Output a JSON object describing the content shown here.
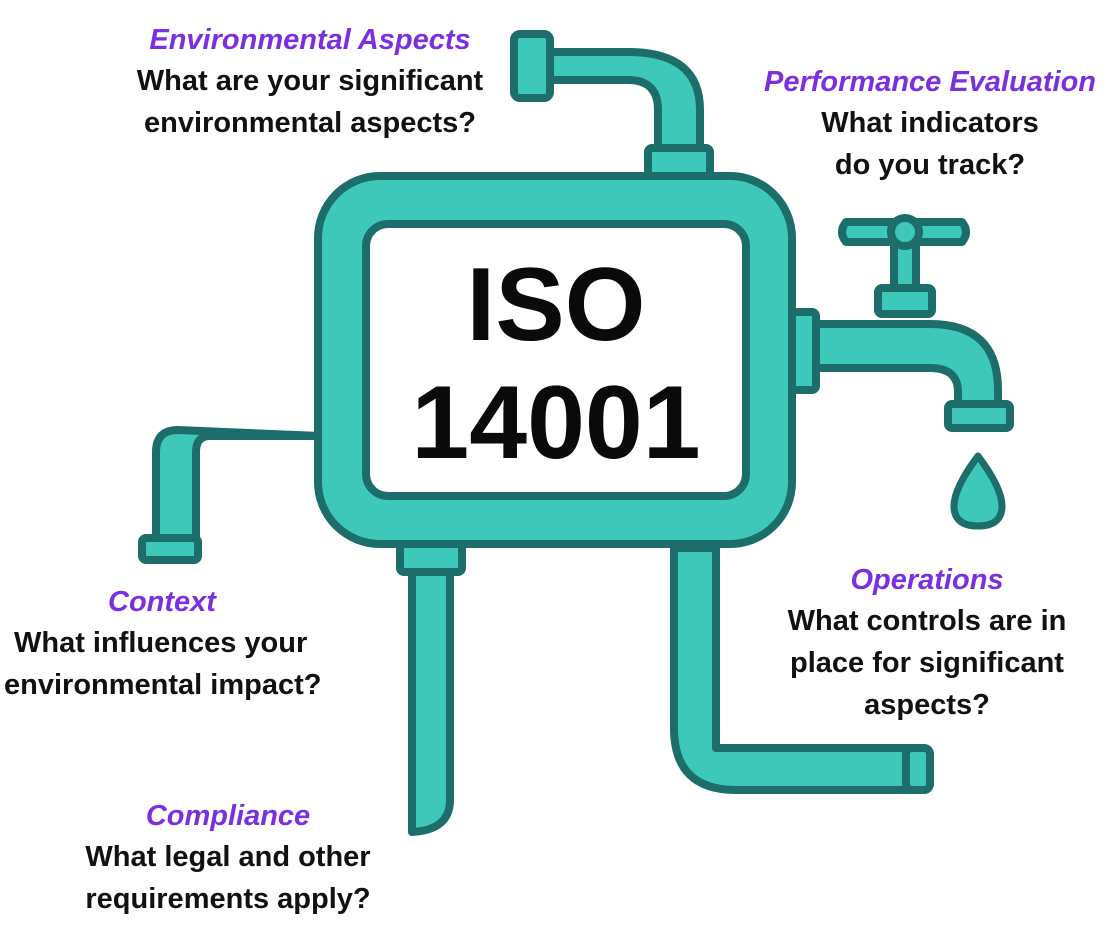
{
  "center": {
    "line1": "ISO",
    "line2": "14001"
  },
  "annotations": {
    "environmental_aspects": {
      "title": "Environmental Aspects",
      "line1": "What are your significant",
      "line2": "environmental aspects?"
    },
    "performance_evaluation": {
      "title": "Performance Evaluation",
      "line1": "What indicators",
      "line2": "do you track?"
    },
    "context": {
      "title": "Context",
      "line1": "What influences your",
      "line2": "environmental impact?"
    },
    "operations": {
      "title": "Operations",
      "line1": "What controls are in",
      "line2": "place for significant",
      "line3": "aspects?"
    },
    "compliance": {
      "title": "Compliance",
      "line1": "What legal and other",
      "line2": "requirements apply?"
    }
  },
  "colors": {
    "pipe_fill": "#3ec8b9",
    "pipe_outline": "#1d6d6a",
    "title_color": "#7b2fe0",
    "text_color": "#111111"
  },
  "icons": [
    "tank",
    "pipe",
    "water-tap",
    "water-drop"
  ]
}
